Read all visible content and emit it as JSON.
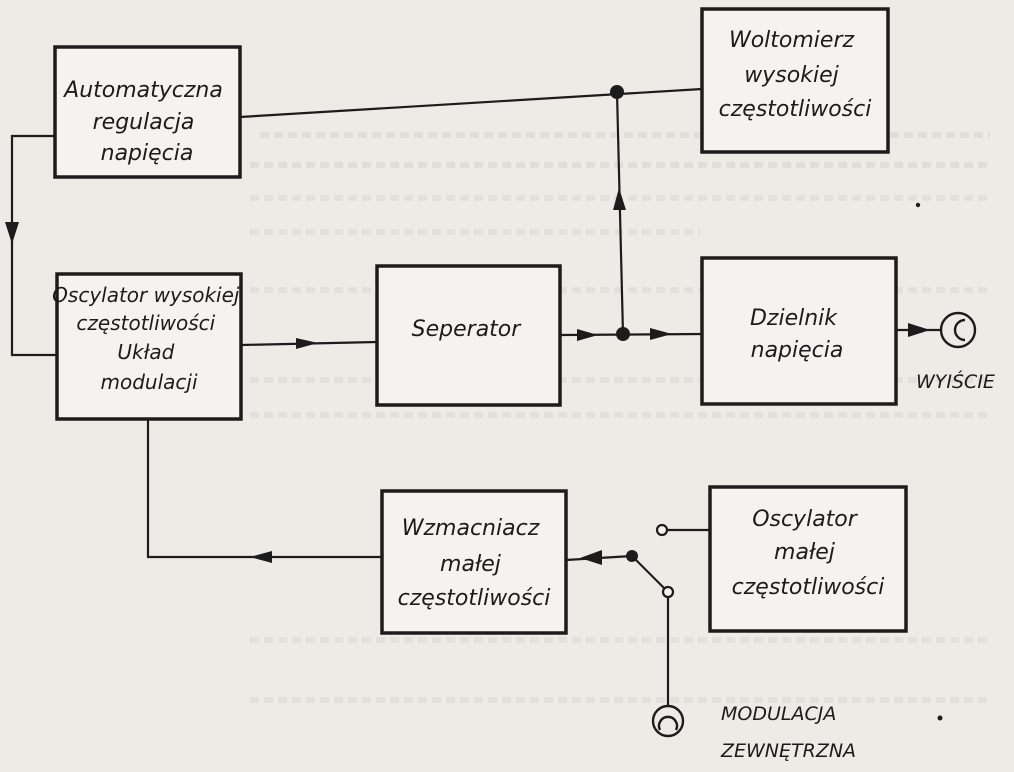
{
  "blocks": {
    "arn": [
      "Automatyczna",
      "regulacja",
      "napięcia"
    ],
    "voltmeter": [
      "Woltomierz",
      "wysokiej",
      "częstotliwości"
    ],
    "hf_oscillator": [
      "Oscylator wysokiej",
      "częstotliwości",
      "Układ",
      "modulacji"
    ],
    "separator": [
      "Seperator"
    ],
    "divider": [
      "Dzielnik",
      "napięcia"
    ],
    "lf_amplifier": [
      "Wzmacniacz",
      "małej",
      "częstotliwości"
    ],
    "lf_oscillator": [
      "Oscylator",
      "małej",
      "częstotliwości"
    ]
  },
  "labels": {
    "output": "WYIŚCIE",
    "modulation": [
      "MODULACJA",
      "ZEWNĘTRZNA"
    ]
  }
}
